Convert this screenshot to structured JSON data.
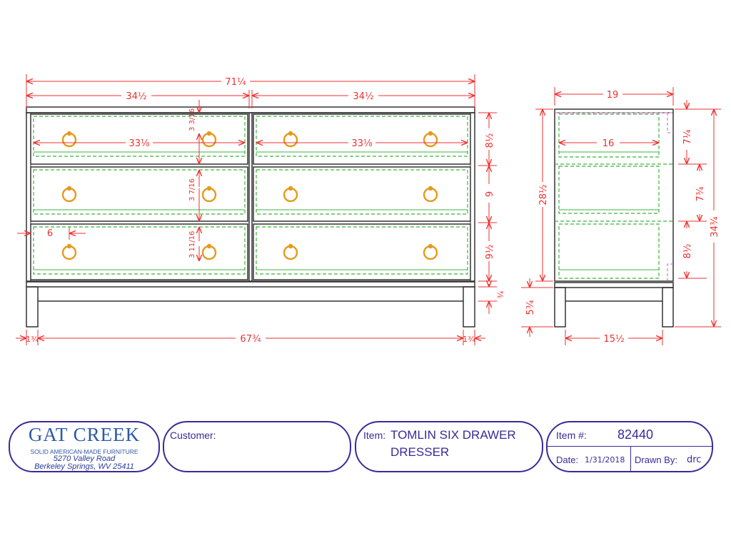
{
  "drawing": {
    "front_dimensions": {
      "overall_width": "71¼",
      "left_bay_width": "34½",
      "right_bay_width": "34½",
      "left_drawer_width": "33⅛",
      "right_drawer_width": "33⅛",
      "top_gap": "3 3/16",
      "mid_gap": "3 7/16",
      "low_gap": "3 11/16",
      "pull_inset": "6",
      "drawer1_height": "8½",
      "drawer2_height": "9",
      "drawer3_height": "9½",
      "apron_height": "¾",
      "base_width": "67¾",
      "left_leg": "1¾",
      "right_leg": "1¾"
    },
    "side_dimensions": {
      "depth": "19",
      "inner_depth": "16",
      "case_height": "28½",
      "overall_height": "34¾",
      "leg_height": "5¾",
      "drawer1_height": "7¼",
      "drawer2_height": "7¾",
      "drawer3_height": "8½",
      "base_depth": "15½"
    },
    "colors": {
      "outline": "#3a3a3a",
      "dimension": "#ee3030",
      "drawer_hidden": "#3cb43c",
      "pulls": "#e69a1c",
      "hidden_side": "#c855c8",
      "title_block": "#3a2a9a"
    }
  },
  "title_block": {
    "company": {
      "name": "GAT CREEK",
      "tagline": "SOLID AMERICAN-MADE FURNITURE",
      "address_line1": "5270 Valley Road",
      "address_line2": "Berkeley Springs, WV  25411"
    },
    "customer": {
      "label": "Customer:",
      "value": ""
    },
    "item": {
      "label": "Item:",
      "line1": "TOMLIN SIX DRAWER",
      "line2": "DRESSER"
    },
    "item_number": {
      "label": "Item #:",
      "value": "82440"
    },
    "date": {
      "label": "Date:",
      "value": "1/31/2018"
    },
    "drawn_by": {
      "label": "Drawn By:",
      "value": "drc"
    }
  }
}
